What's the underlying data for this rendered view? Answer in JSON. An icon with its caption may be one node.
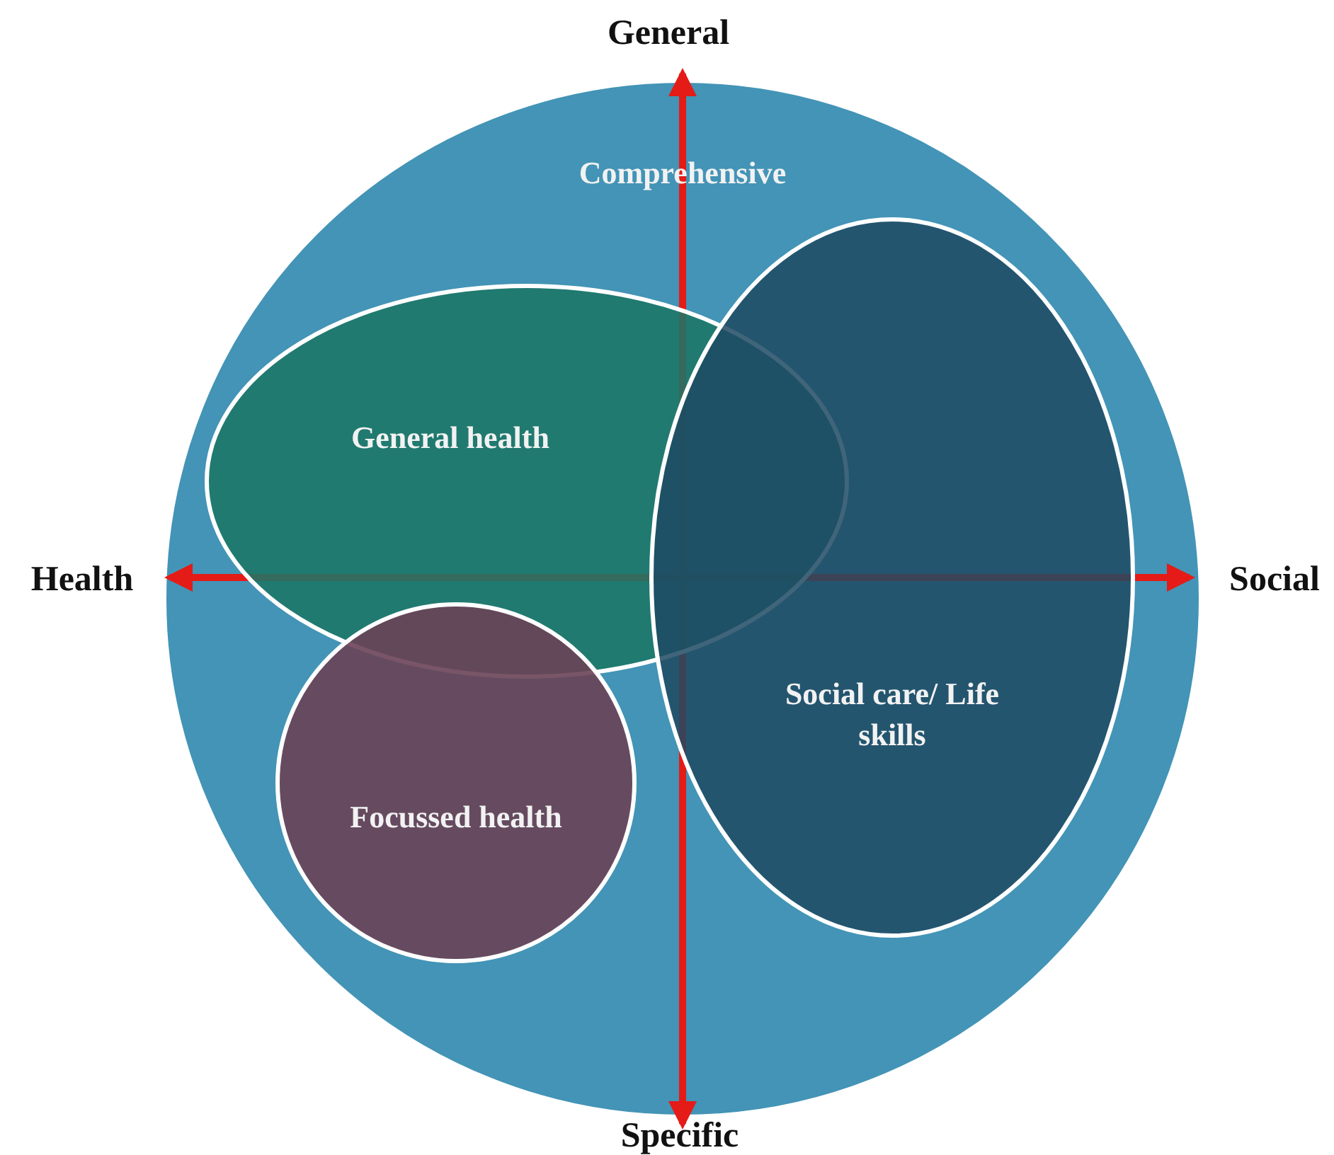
{
  "diagram": {
    "nodes": [
      {
        "text": [
          "Comprehensive"
        ]
      },
      {
        "text": [
          "General health"
        ],
        "in": 0
      },
      {
        "text": [
          "Focussed health"
        ],
        "in": 0
      },
      {
        "text": [
          "Social care/ Life skills"
        ],
        "in": 0
      }
    ],
    "labels": [
      "General",
      "Health",
      "Social",
      "Specific"
    ]
  }
}
